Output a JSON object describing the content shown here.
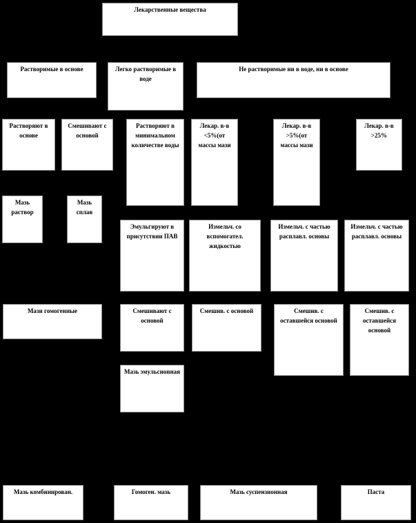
{
  "page": {
    "background_color": "#000000",
    "box_fill_color": "#ffffff",
    "box_border_color": "#8c8c8c",
    "text_color": "#000000"
  },
  "boxes": [
    {
      "label": "Лекарственные вещества"
    },
    {
      "label": "Растворимые в основе"
    },
    {
      "label": "Легко растворимые в воде"
    },
    {
      "label": "Не растворимые ни в воде, ни в основе"
    },
    {
      "label": "Растворяют в основе"
    },
    {
      "label": "Смешивают с основой"
    },
    {
      "label": "Растворяют в минимальном количестве воды"
    },
    {
      "label": "Лекар. в-в <5%(от массы мази"
    },
    {
      "label": "Лекар. в-в >5%(от массы мази"
    },
    {
      "label": "Лекар. в-в >25%"
    },
    {
      "label": "Мазь раствор"
    },
    {
      "label": "Мазь сплав"
    },
    {
      "label": "Эмульгируют в присутствии ПАВ"
    },
    {
      "label": "Измельч. со вспомогател. жидкостью"
    },
    {
      "label": "Измельч. с частью расплавл. основы"
    },
    {
      "label": "Измельч. с частью расплавл. основы"
    },
    {
      "label": "Мази гомогенные"
    },
    {
      "label": "Смешивают с основой"
    },
    {
      "label": "Смешив. с основой"
    },
    {
      "label": "Смешив. с оставшейся основой"
    },
    {
      "label": "Смешив. с оставшейся основой"
    },
    {
      "label": "Мазь эмульсионная"
    },
    {
      "label": "Мазь комбинирован."
    },
    {
      "label": "Гомоген. мазь"
    },
    {
      "label": "Мазь суспензионная"
    },
    {
      "label": "Паста"
    }
  ]
}
